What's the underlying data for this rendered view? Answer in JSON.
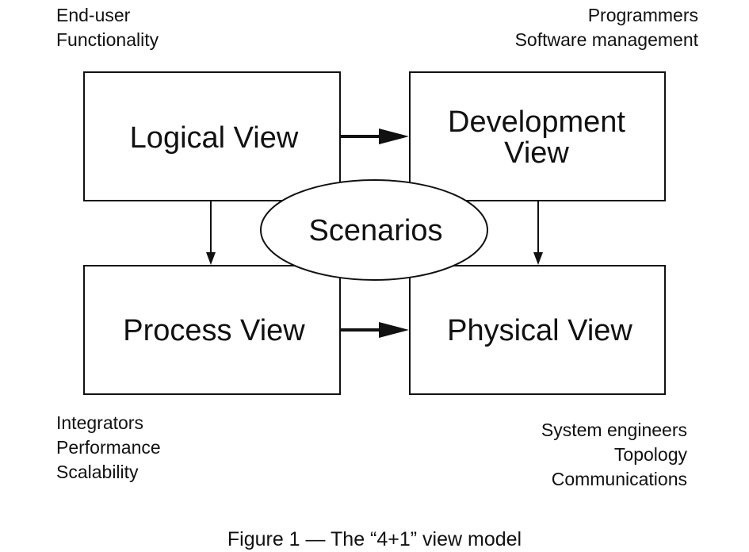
{
  "stakeholders": {
    "top_left": [
      "End-user",
      "Functionality"
    ],
    "top_right": [
      "Programmers",
      "Software management"
    ],
    "bottom_left": [
      "Integrators",
      "Performance",
      "Scalability"
    ],
    "bottom_right": [
      "System engineers",
      "Topology",
      "Communications"
    ]
  },
  "views": {
    "logical": "Logical View",
    "development": [
      "Development",
      "View"
    ],
    "process": "Process View",
    "physical": "Physical View",
    "scenarios": "Scenarios"
  },
  "caption": "Figure 1 — The “4+1” view model"
}
